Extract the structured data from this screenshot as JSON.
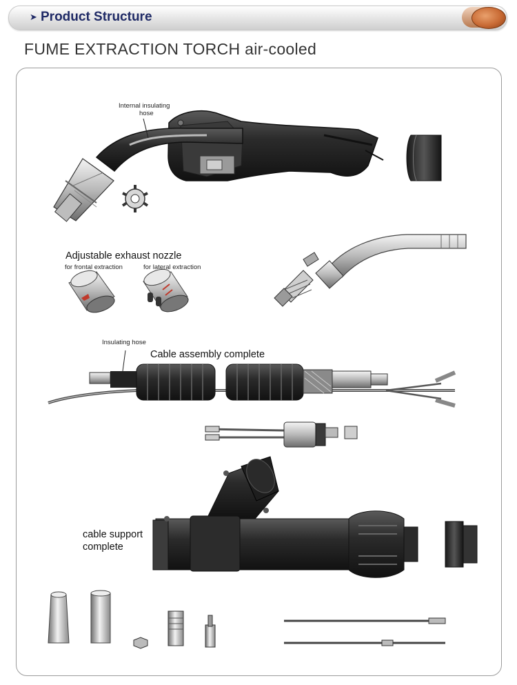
{
  "banner": {
    "title": "Product Structure"
  },
  "heading": "FUME EXTRACTION TORCH  air-cooled",
  "labels": {
    "internal_hose_l1": "Internal insulating",
    "internal_hose_l2": "hose",
    "nozzle_title": "Adjustable exhaust nozzle",
    "frontal": "for frontal extraction",
    "lateral": "for lateral extraction",
    "insulating_hose": "Insulating hose",
    "cable_assembly": "Cable assembly complete",
    "cable_support_l1": "cable support",
    "cable_support_l2": "complete"
  },
  "colors": {
    "banner_text": "#1f2a66",
    "plug": "#c86a34",
    "frame_border": "#9a9a9a"
  }
}
